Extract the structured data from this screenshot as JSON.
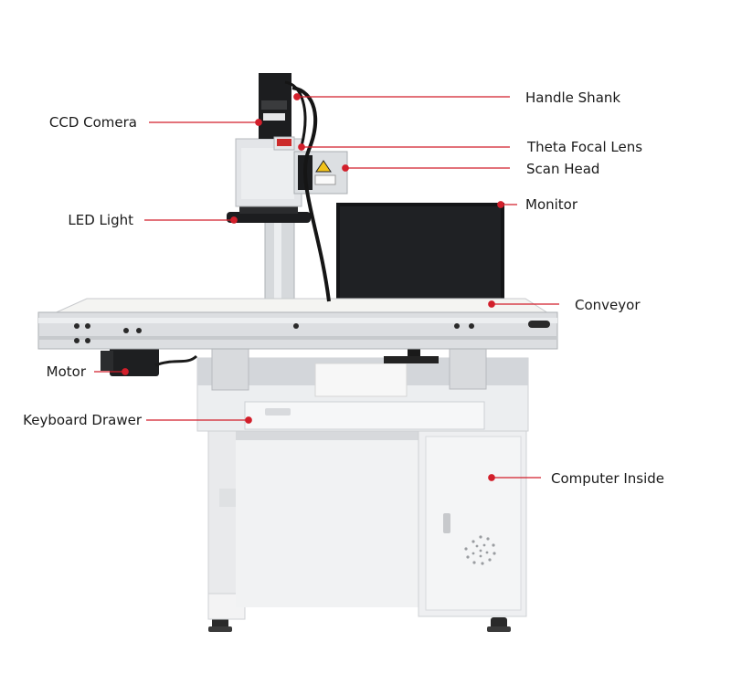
{
  "colors": {
    "leader": "#d21f2b",
    "label_text": "#1a1a1a",
    "cabinet": "#ecedef",
    "cabinet_shade": "#d9dbde",
    "metal": "#c9ccd0",
    "dark": "#1b1c1e",
    "laser_yellow": "#f1c21b"
  },
  "labels": {
    "handle_shank": "Handle Shank",
    "ccd_camera": "CCD Comera",
    "theta_focal_lens": "Theta Focal Lens",
    "scan_head": "Scan Head",
    "monitor": "Monitor",
    "led_light": "LED Light",
    "conveyor": "Conveyor",
    "motor": "Motor",
    "keyboard_drawer": "Keyboard Drawer",
    "computer_inside": "Computer Inside"
  }
}
